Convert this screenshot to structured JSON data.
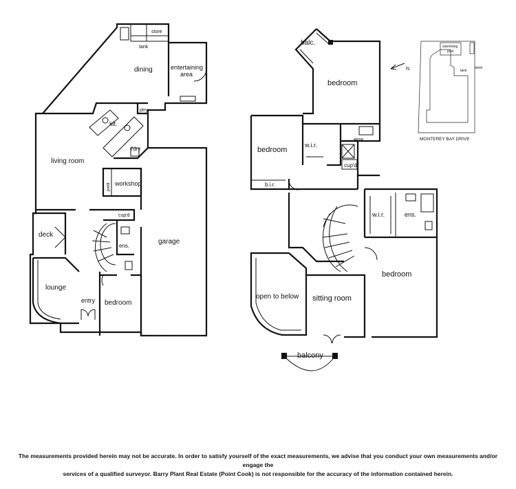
{
  "ground_floor": {
    "rooms": {
      "store": "store",
      "tank": "tank",
      "dining": "dining",
      "entertaining_line1": "entertaining",
      "entertaining_line2": "area",
      "pantry": "ptry",
      "kitchen": "kit.",
      "laundry": "l'dry",
      "living_room": "living room",
      "pwdr": "pwdr",
      "workshop": "workshop",
      "garage": "garage",
      "cupboard": "cup'd",
      "deck": "deck",
      "ensuite": "ens.",
      "lounge": "lounge",
      "entry": "entry",
      "bedroom": "bedroom"
    }
  },
  "upper_floor": {
    "rooms": {
      "balcony_top": "balc.",
      "bedroom_top": "bedroom",
      "bedroom_left": "bedroom",
      "wir_top": "w.i.r.",
      "ensuite_top": "ens.",
      "cupboard": "cup'd",
      "bir": "b.i.r.",
      "wir_right": "w.i.r.",
      "ensuite_right": "ens.",
      "bedroom_right": "bedroom",
      "open_to_below": "open to below",
      "sitting_room": "sitting room",
      "balcony_bottom": "balcony"
    }
  },
  "site_plan": {
    "pool_line1": "swimming",
    "pool_line2": "pool",
    "tank": "tank",
    "shed": "shed",
    "street": "MONTEREY BAY DRIVE",
    "north": "N"
  },
  "disclaimer": {
    "line1": "The measurements provided herein may not be accurate. In order to satisfy yourself of the exact measurements, we advise that you conduct your own measurements and/or engage the",
    "line2": "services of a qualified surveyor. Barry Plant Real Estate (Point Cook) is not responsible for the accuracy of the information contained herein."
  }
}
